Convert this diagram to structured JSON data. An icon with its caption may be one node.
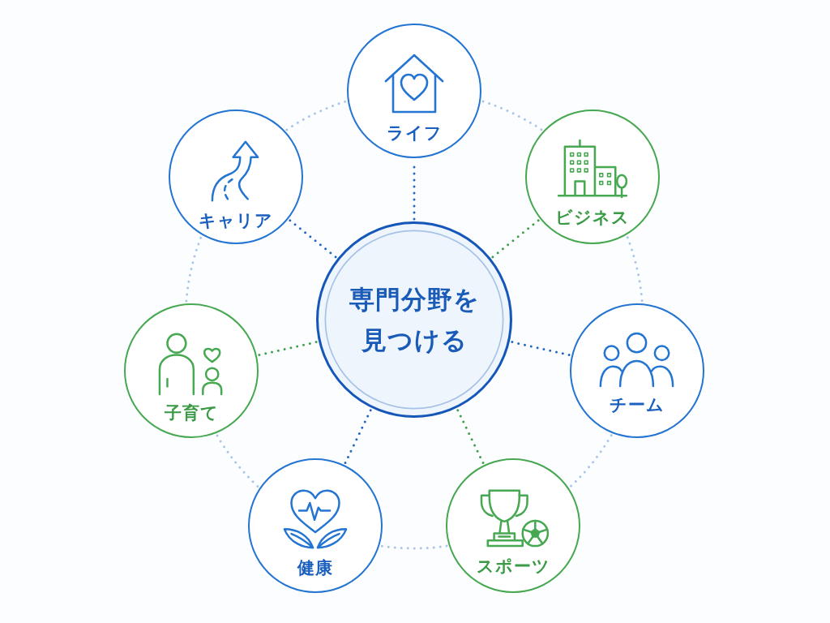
{
  "diagram": {
    "nodes": [
      {
        "text": [
          "専門分野を見つける"
        ]
      },
      {
        "text": [
          "ライフ"
        ]
      },
      {
        "text": [
          "ビジネス"
        ]
      },
      {
        "text": [
          "チーム"
        ]
      },
      {
        "text": [
          "スポーツ"
        ]
      },
      {
        "text": [
          "健康"
        ]
      },
      {
        "text": [
          "子育て"
        ]
      },
      {
        "text": [
          "キャリア"
        ]
      }
    ],
    "edges": [
      {
        "from": 0,
        "to": 1,
        "arrow": "none",
        "style": "dashed",
        "color": "#2266c4"
      },
      {
        "from": 0,
        "to": 2,
        "arrow": "none",
        "style": "dashed",
        "color": "#3f9e4a"
      },
      {
        "from": 0,
        "to": 3,
        "arrow": "none",
        "style": "dashed",
        "color": "#2266c4"
      },
      {
        "from": 0,
        "to": 4,
        "arrow": "none",
        "style": "dashed",
        "color": "#3f9e4a"
      },
      {
        "from": 0,
        "to": 5,
        "arrow": "none",
        "style": "dashed",
        "color": "#2266c4"
      },
      {
        "from": 0,
        "to": 6,
        "arrow": "none",
        "style": "dashed",
        "color": "#3f9e4a"
      },
      {
        "from": 0,
        "to": 7,
        "arrow": "none",
        "style": "dashed",
        "color": "#2266c4"
      },
      {
        "from": 1,
        "to": 2,
        "arrow": "none",
        "style": "dashed",
        "color": "#a8c4e8"
      },
      {
        "from": 2,
        "to": 3,
        "arrow": "none",
        "style": "dashed",
        "color": "#a8c4e8"
      },
      {
        "from": 3,
        "to": 4,
        "arrow": "none",
        "style": "dashed",
        "color": "#a8c4e8"
      },
      {
        "from": 4,
        "to": 5,
        "arrow": "none",
        "style": "dashed",
        "color": "#a8c4e8"
      },
      {
        "from": 5,
        "to": 6,
        "arrow": "none",
        "style": "dashed",
        "color": "#a8c4e8"
      },
      {
        "from": 6,
        "to": 7,
        "arrow": "none",
        "style": "dashed",
        "color": "#a8c4e8"
      },
      {
        "from": 7,
        "to": 1,
        "arrow": "none",
        "style": "dashed",
        "color": "#a8c4e8"
      }
    ]
  }
}
